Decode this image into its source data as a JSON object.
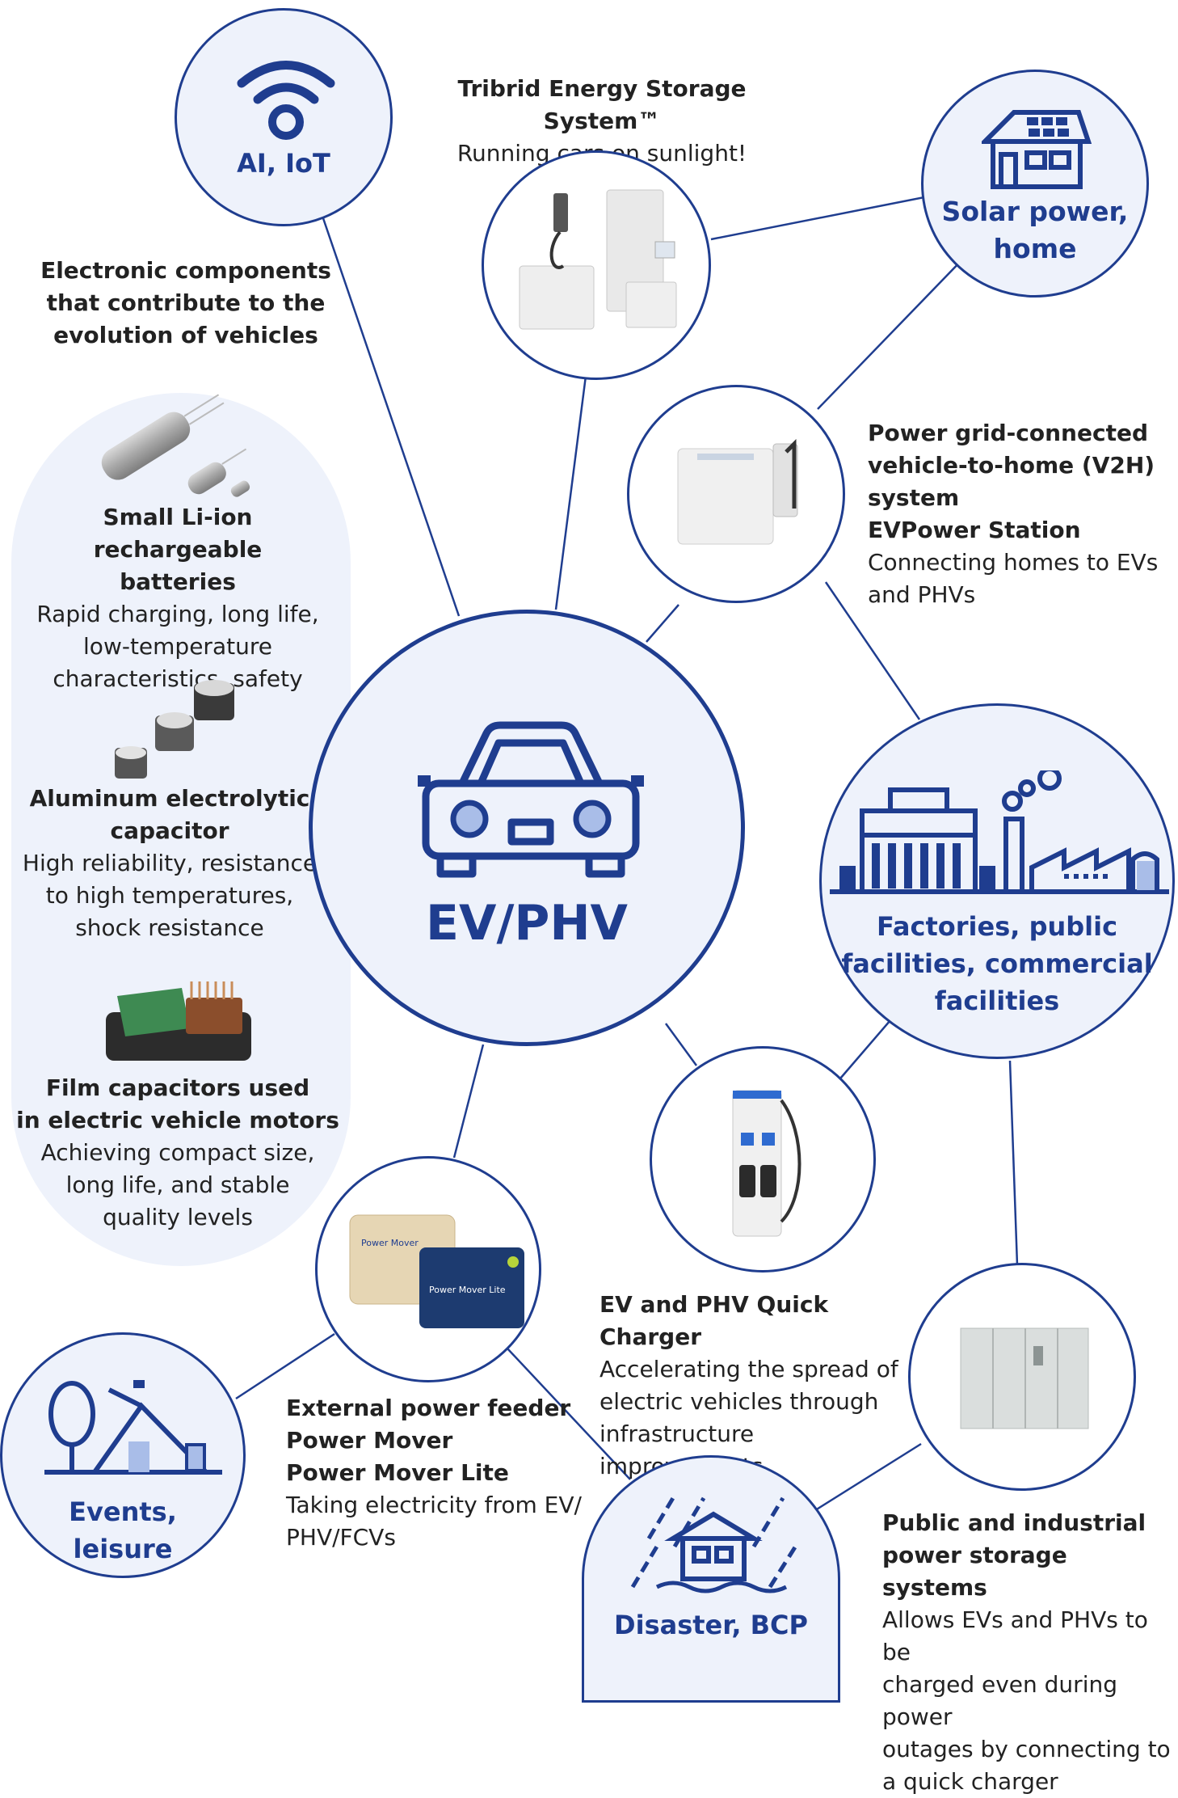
{
  "colors": {
    "navy": "#1f3d8f",
    "light_fill": "#a9bde8",
    "panel": "#eef2fb"
  },
  "hubs": {
    "ai_iot": {
      "label": "AI, IoT",
      "icon": "wifi-icon"
    },
    "solar_home": {
      "label1": "Solar power,",
      "label2": "home",
      "icon": "solar-house-icon"
    },
    "ev_phv": {
      "label": "EV/PHV",
      "icon": "car-icon"
    },
    "factories": {
      "label1": "Factories, public",
      "label2": "facilities, commercial",
      "label3": "facilities",
      "icon": "factory-buildings-icon"
    },
    "events": {
      "label1": "Events,",
      "label2": "leisure",
      "icon": "camping-icon"
    },
    "disaster": {
      "label": "Disaster, BCP",
      "icon": "rain-house-icon"
    }
  },
  "components": {
    "heading": [
      "Electronic components",
      "that contribute to the",
      "evolution of vehicles"
    ],
    "items": [
      {
        "title": [
          "Small Li-ion rechargeable",
          "batteries"
        ],
        "desc": [
          "Rapid charging, long life,",
          "low-temperature",
          "characteristics, safety"
        ]
      },
      {
        "title": [
          "Aluminum electrolytic",
          "capacitor"
        ],
        "desc": [
          "High reliability, resistance",
          "to high temperatures,",
          "shock resistance"
        ]
      },
      {
        "title": [
          "Film capacitors used",
          "in electric vehicle motors"
        ],
        "desc": [
          "Achieving compact size,",
          "long life, and stable",
          "quality levels"
        ]
      }
    ]
  },
  "products": {
    "tribrid": {
      "title": "Tribrid Energy Storage System™",
      "desc": "Running cars on sunlight!"
    },
    "v2h": {
      "title": [
        "Power grid-connected",
        "vehicle-to-home (V2H)",
        "system",
        "EVPower Station"
      ],
      "desc": [
        "Connecting homes to EVs",
        "and PHVs"
      ]
    },
    "quick_charger": {
      "title": "EV and PHV Quick Charger",
      "desc": [
        "Accelerating the spread of",
        "electric vehicles through",
        "infrastructure improvements"
      ]
    },
    "power_mover": {
      "title": [
        "External power feeder",
        "Power Mover",
        "Power Mover Lite"
      ],
      "desc": [
        "Taking electricity from EV/",
        "PHV/FCVs"
      ],
      "case1": "Power Mover",
      "case2": "Power Mover Lite"
    },
    "storage": {
      "title": [
        "Public and industrial",
        "power storage systems"
      ],
      "desc": [
        "Allows EVs and PHVs to be",
        "charged even during power",
        "outages by connecting to",
        "a quick charger"
      ]
    }
  }
}
